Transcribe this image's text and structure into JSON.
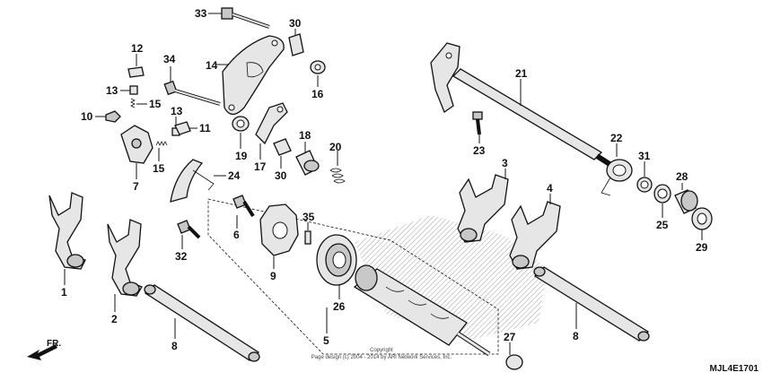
{
  "labels": {
    "p1": "1",
    "p2": "2",
    "p3": "3",
    "p4": "4",
    "p5": "5",
    "p6": "6",
    "p7": "7",
    "p8a": "8",
    "p8b": "8",
    "p9": "9",
    "p10": "10",
    "p11": "11",
    "p12": "12",
    "p13a": "13",
    "p13b": "13",
    "p14": "14",
    "p15a": "15",
    "p15b": "15",
    "p16": "16",
    "p17": "17",
    "p18": "18",
    "p19": "19",
    "p20": "20",
    "p21": "21",
    "p22": "22",
    "p23": "23",
    "p24": "24",
    "p25": "25",
    "p26": "26",
    "p27": "27",
    "p28": "28",
    "p29": "29",
    "p30a": "30",
    "p30b": "30",
    "p31": "31",
    "p32": "32",
    "p33": "33",
    "p34": "34",
    "p35": "35"
  },
  "direction": "FR.",
  "copyright_line1": "Copyright",
  "copyright_line2": "Page design (c) 2004 - 2014 by ARI Network Services, Inc.",
  "diagram_code": "MJL4E1701"
}
